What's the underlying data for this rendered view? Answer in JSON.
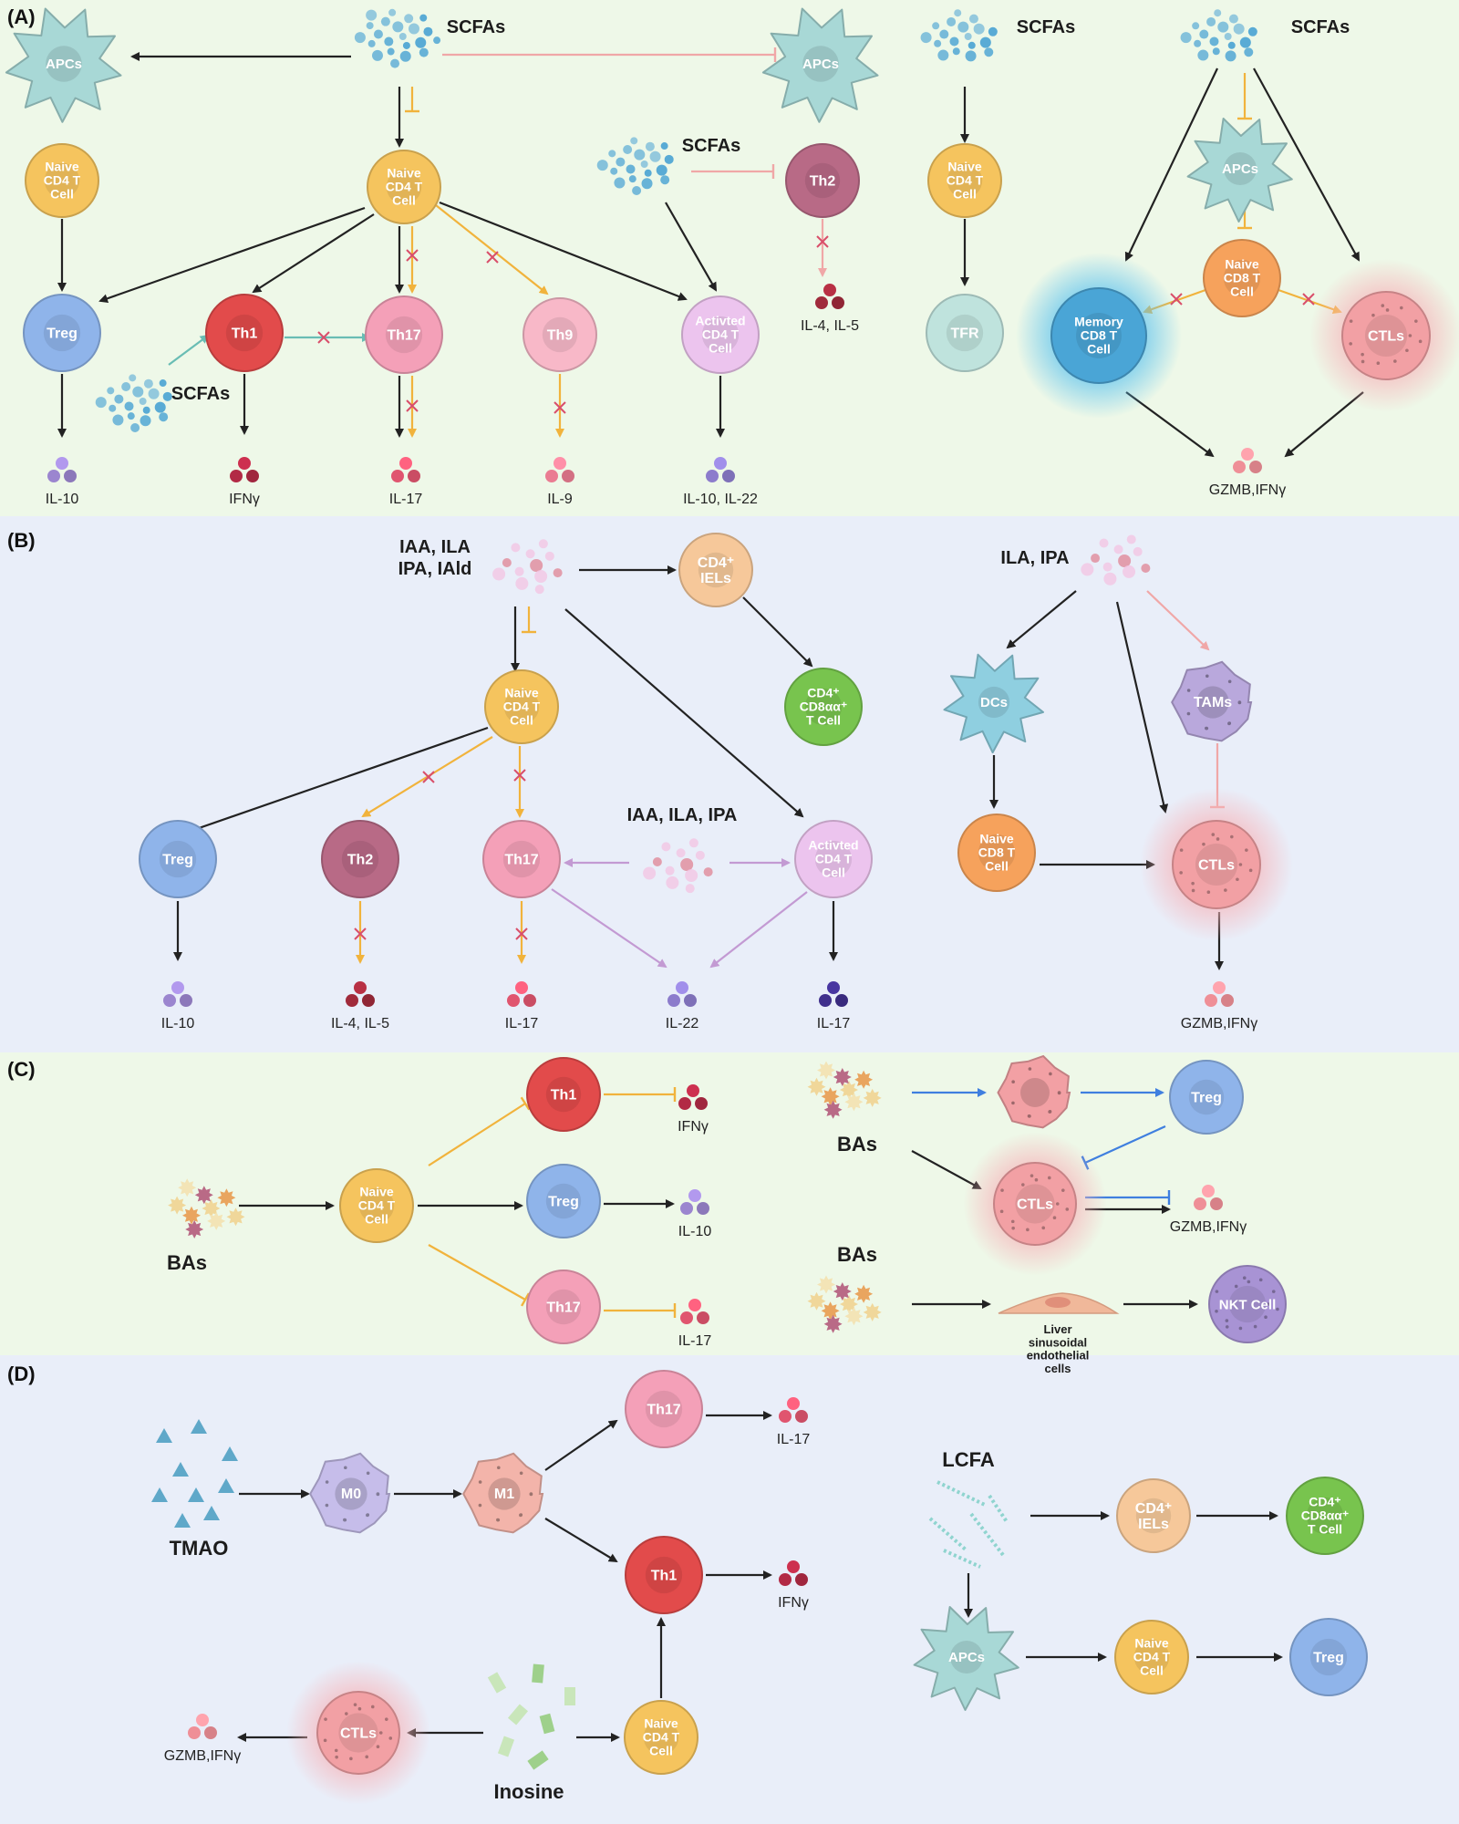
{
  "panels": [
    {
      "tag": "(A)",
      "bg": "#eef8e8"
    },
    {
      "tag": "(B)",
      "bg": "#e9eef9"
    },
    {
      "tag": "(C)",
      "bg": "#eef8e8"
    },
    {
      "tag": "(D)",
      "bg": "#e9eef9"
    }
  ],
  "colors": {
    "naive_cd4": "#f5c45e",
    "treg": "#8fb4ea",
    "th1": "#e24b4b",
    "th17": "#f4a0b8",
    "th9": "#f8b8c8",
    "activated": "#ecc4ee",
    "th2": "#b86a86",
    "apc": "#a8d8d6",
    "tfr": "#bfe3dd",
    "naive_cd8": "#f6a25c",
    "memory_cd8": "#4aa5d6",
    "ctl": "#f2a0a4",
    "cd4_iel": "#f6c89a",
    "cd8aa": "#78c44e",
    "tam": "#b9a8dc",
    "dc": "#8fcfe0",
    "nkt": "#a893d4",
    "m0": "#c6bdea",
    "m1": "#f3b4aa",
    "scfa": "#4aa3d3",
    "arrow": "#222222",
    "inhibit_yellow": "#f1b33c",
    "inhibit_pink": "#f0a7a7",
    "teal_arrow": "#69bdb4",
    "purple_arrow": "#c39ad3",
    "blue_arrow": "#3f7fdf",
    "block_mark": "#d94f6a"
  },
  "labels": {
    "scfas": "SCFAs",
    "apcs": "APCs",
    "naive_cd4": "Naive CD4 T Cell",
    "treg": "Treg",
    "th1": "Th1",
    "th17": "Th17",
    "th9": "Th9",
    "th2": "Th2",
    "activated_cd4": "Activted CD4 T Cell",
    "tfr": "TFR",
    "naive_cd8": "Naive CD8 T Cell",
    "memory_cd8": "Memory CD8 T Cell",
    "ctls": "CTLs",
    "il10": "IL-10",
    "ifng": "IFNγ",
    "il17": "IL-17",
    "il9": "IL-9",
    "il10_il22": "IL-10, IL-22",
    "il4_il5": "IL-4, IL-5",
    "gzmb_ifng": "GZMB,IFNγ",
    "b_ligands_1": "IAA, ILA",
    "b_ligands_2": "IPA, IAld",
    "b_ligands_right": "ILA, IPA",
    "b_ligands_mid": "IAA, ILA, IPA",
    "cd4_iels": "CD4+ IELs",
    "cd8aa": "CD4+ CD8αα+ T Cell",
    "dcs": "DCs",
    "tams": "TAMs",
    "il22": "IL-22",
    "bas": "BAs",
    "nkt": "NKT Cell",
    "lsec": "Liver sinusoidal endothelial cells",
    "tmao": "TMAO",
    "m0": "M0",
    "m1": "M1",
    "inosine": "Inosine",
    "lcfa": "LCFA"
  }
}
